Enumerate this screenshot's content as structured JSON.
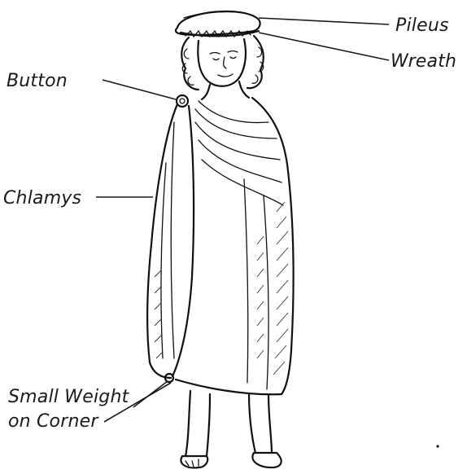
{
  "labels": {
    "pileus": "Pileus",
    "wreath": "Wreath",
    "button": "Button",
    "chlamys": "Chlamys",
    "weight_line1": "Small Weight",
    "weight_line2": "on Corner"
  },
  "colors": {
    "ink": "#111111",
    "background": "#ffffff"
  }
}
